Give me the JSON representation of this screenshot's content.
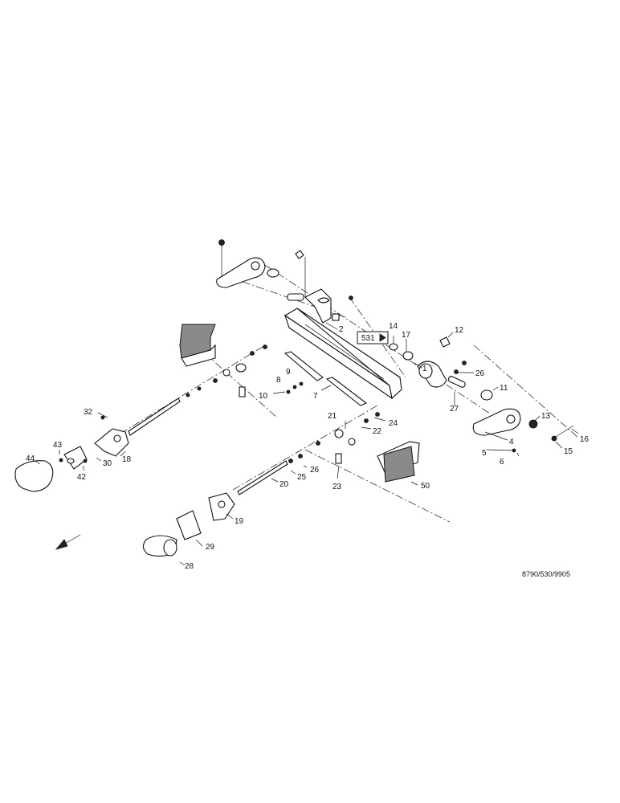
{
  "diagram": {
    "callouts": [
      "1",
      "2",
      "4",
      "5",
      "6",
      "7",
      "8",
      "9",
      "10",
      "11",
      "12",
      "13",
      "14",
      "15",
      "16",
      "17",
      "18",
      "19",
      "20",
      "21",
      "22",
      "23",
      "24",
      "25",
      "26",
      "26",
      "27",
      "28",
      "29",
      "30",
      "32",
      "42",
      "43",
      "44",
      "50"
    ],
    "reference_box": "531",
    "drawing_number": "8790/530/9905"
  }
}
